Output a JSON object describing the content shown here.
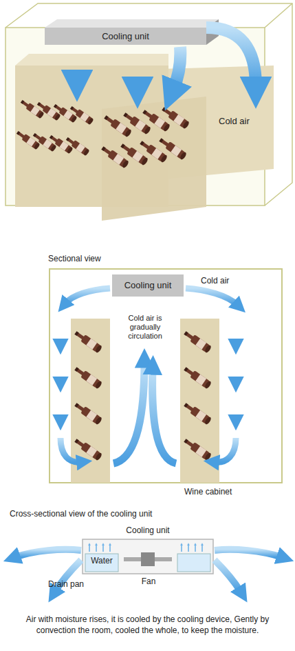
{
  "diagram": {
    "caption": "Air with moisture rises, it is cooled by the cooling device, Gently by convection the room, cooled the whole, to keep the moisture.",
    "nodes": [
      {
        "text": [
          "Cooling unit"
        ]
      },
      {
        "text": [
          "Cooling unit"
        ]
      },
      {
        "text": [
          "Cooling unit"
        ]
      }
    ],
    "labels": [
      "Cold air",
      "Sectional view",
      "Cold air",
      "Cold air is gradually circulation",
      "Wine cabinet",
      "Cross-sectional view of the cooling unit",
      "Water",
      "Drain pan",
      "Fan"
    ]
  }
}
